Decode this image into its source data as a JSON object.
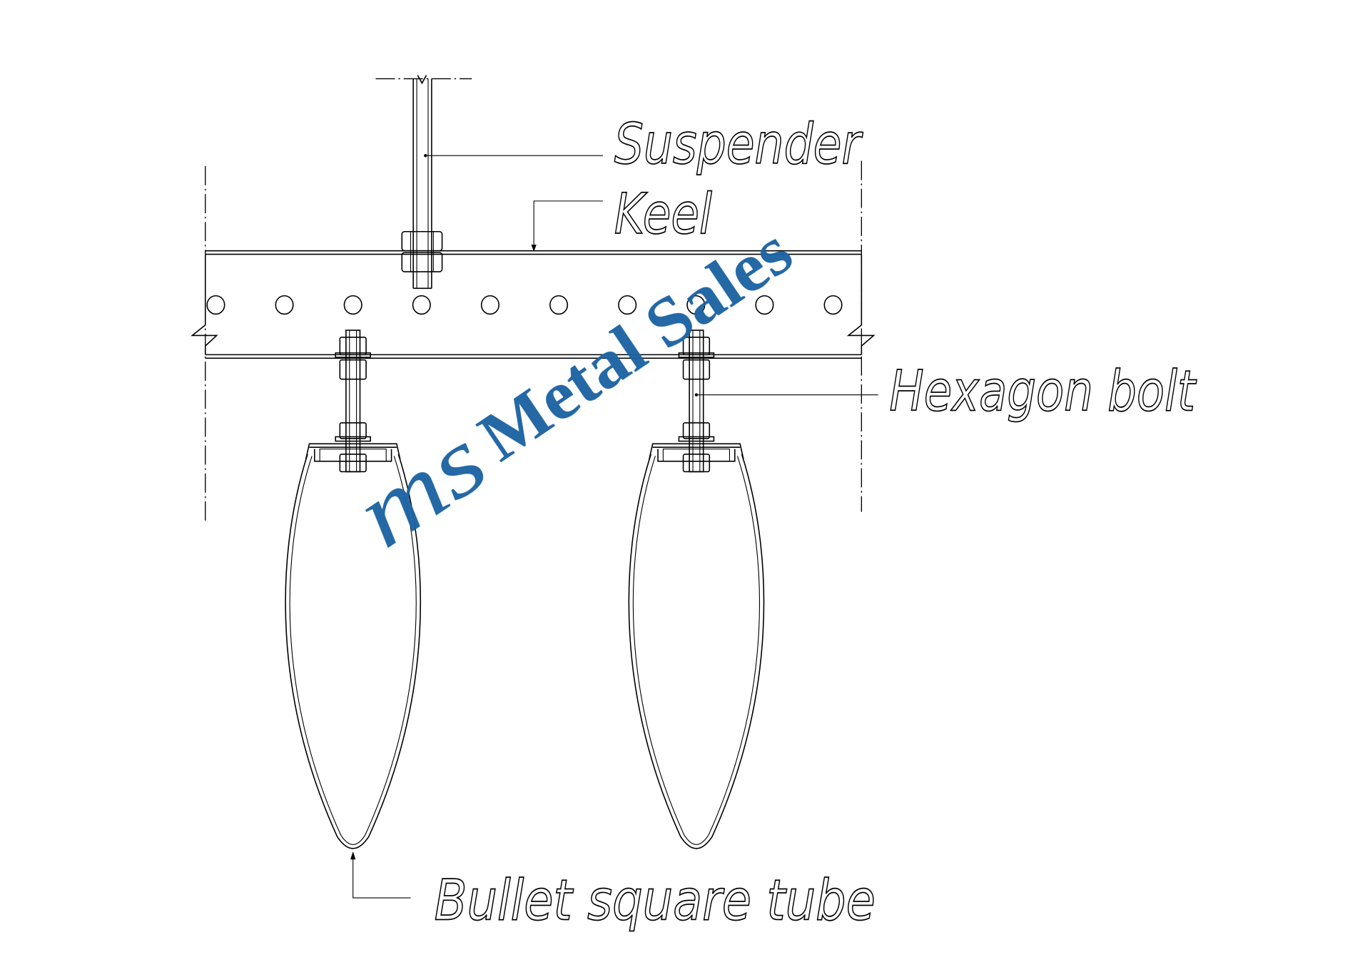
{
  "diagram": {
    "labels": {
      "suspender": "Suspender",
      "keel": "Keel",
      "hexagon_bolt": "Hexagon bolt",
      "bullet_tube": "Bullet square tube"
    },
    "keel_hole_count": 10,
    "bullet_tube_count": 2
  },
  "watermark": {
    "logo": "ms",
    "text": "Metal Sales",
    "color": "#1d64a3"
  }
}
